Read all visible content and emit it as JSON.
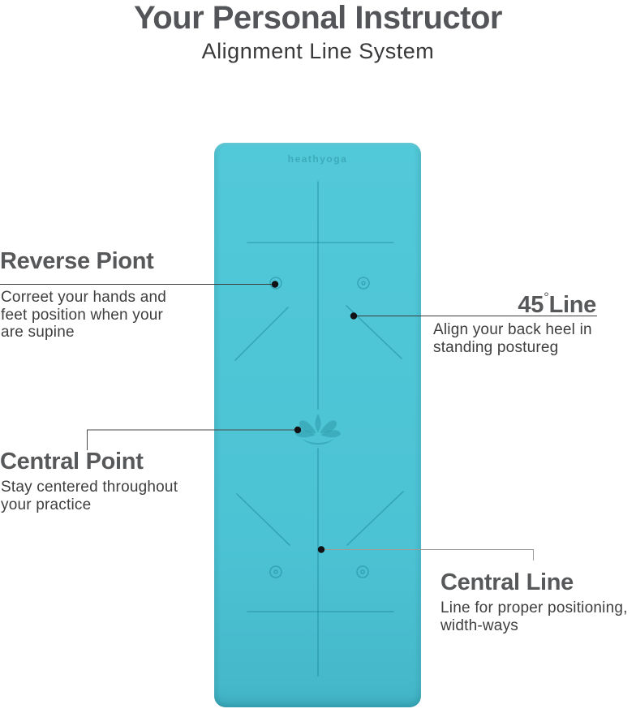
{
  "header": {
    "title": "Your Personal Instructor",
    "subtitle": "Alignment Line System"
  },
  "mat": {
    "brand_text": "heathyoga",
    "colors": {
      "surface": "#4CC3D4",
      "engraving": "#1F8495",
      "bottom_shade": "#3FB0C2"
    },
    "icons": {
      "lotus": "lotus-logo-icon",
      "targets": "alignment-target-icon"
    }
  },
  "annotations": {
    "reverse_point": {
      "title": "Reverse Piont",
      "description": "Correet your hands and feet position when your are supine"
    },
    "line_45": {
      "title_number": "45",
      "title_degree": "°",
      "title_word": "Line",
      "description": "Align your back heel in standing postureg"
    },
    "central_point": {
      "title": "Central Point",
      "description": "Stay centered throughout your practice"
    },
    "central_line": {
      "title": "Central Line",
      "description": "Line for proper positioning, width-ways"
    }
  },
  "connector_colors": {
    "dark": "#3d3d3f",
    "light": "#9b9b9b",
    "dot": "#121215"
  }
}
